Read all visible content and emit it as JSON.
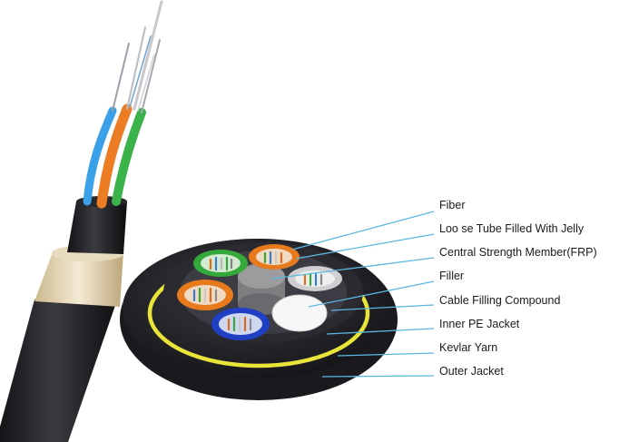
{
  "labels": [
    "Fiber",
    "Loo se Tube Filled With Jelly",
    "Central Strength Member(FRP)",
    "Filler",
    "Cable Filling Compound",
    "Inner PE Jacket",
    "Kevlar Yarn",
    "Outer Jacket"
  ],
  "colors": {
    "leader": "#5bb8e0",
    "jacket": "#1c1c20",
    "kevlar": "#e9e43a",
    "tube_orange": "#e87a1e",
    "tube_green": "#35a83c",
    "tube_blue": "#1f3fc4",
    "tube_white": "#d8d8d8",
    "frp": "#8f8f8f"
  }
}
